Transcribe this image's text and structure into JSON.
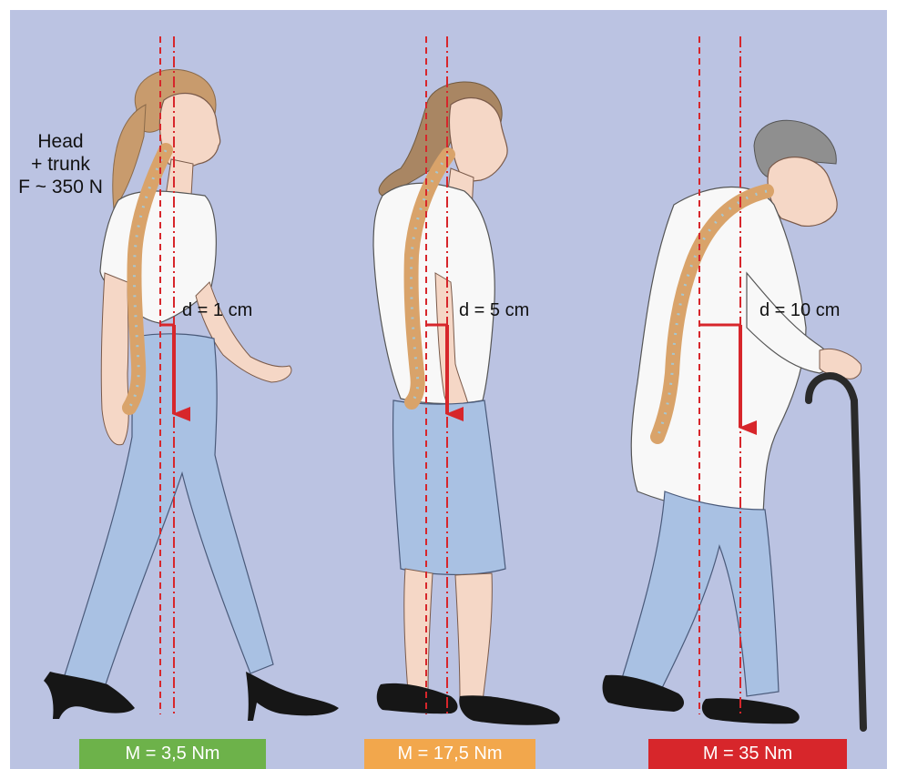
{
  "head_label": {
    "line1": "Head",
    "line2": "+ trunk",
    "line3": "F ~ 350 N"
  },
  "figures": [
    {
      "id": "young",
      "distance": "d = 1 cm",
      "moment": "M = 3,5 Nm",
      "moment_color": "#6db24a"
    },
    {
      "id": "middle",
      "distance": "d = 5 cm",
      "moment": "M = 17,5 Nm",
      "moment_color": "#f2a74c"
    },
    {
      "id": "elderly",
      "distance": "d = 10 cm",
      "moment": "M = 35 Nm",
      "moment_color": "#d7262b"
    }
  ],
  "colors": {
    "background": "#bbc3e2",
    "skin": "#f5d7c6",
    "shirt": "#f8f8f8",
    "jeans": "#a9c1e3",
    "spine": "#d9a36a",
    "disc": "#a7c6cf",
    "force_arrow": "#d7262b",
    "shoe": "#161616",
    "hair_young": "#c89b6d",
    "hair_middle": "#a98663",
    "hair_elderly": "#8f8f8f"
  }
}
